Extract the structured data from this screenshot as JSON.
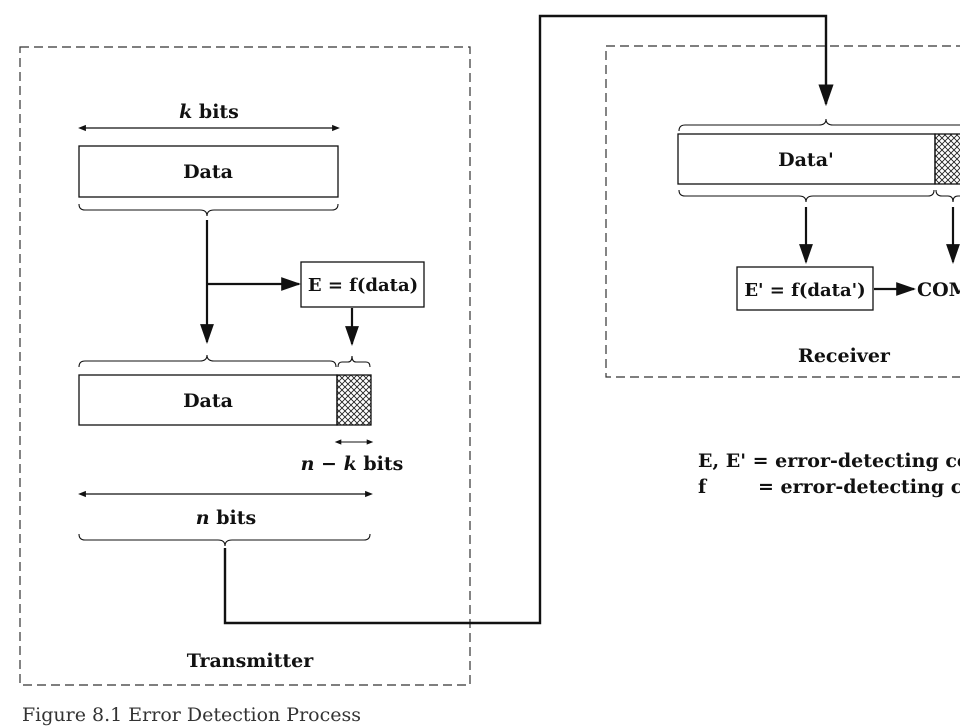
{
  "transmitter": {
    "title": "Transmitter",
    "k_label": {
      "var": "k",
      "unit": "bits"
    },
    "data_box": "Data",
    "function_box": "E = f(data)",
    "codeword_data": "Data",
    "nk_label": {
      "var": "n − k",
      "unit": "bits"
    },
    "n_label": {
      "var": "n",
      "unit": "bits"
    }
  },
  "receiver": {
    "title": "Receiver",
    "data_box": "Data'",
    "function_box": "E' = f(data')",
    "compare_box": "COM"
  },
  "legend": {
    "line1": "E, E' = error-detecting coc",
    "line2_symbol": "f",
    "line2_text": "= error-detecting coc"
  },
  "caption": "Figure 8.1   Error Detection Process"
}
